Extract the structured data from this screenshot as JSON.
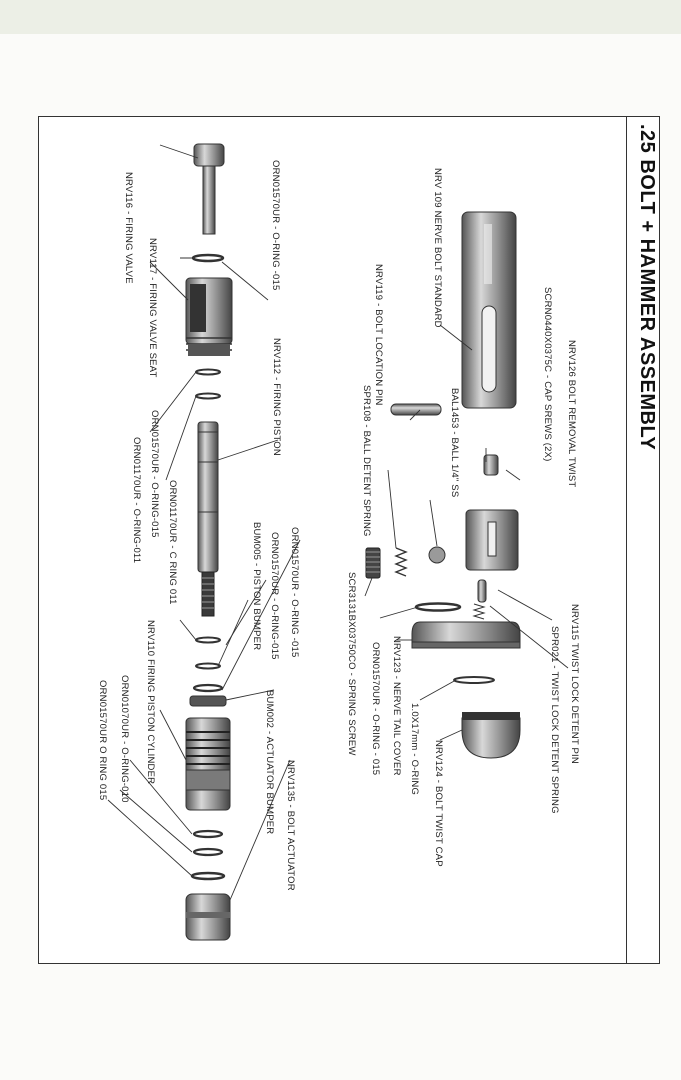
{
  "document": {
    "title": ".25 BOLT + HAMMER ASSEMBLY"
  },
  "labels": {
    "nrv126": "NRV126 BOLT REMOVAL TWIST",
    "scr": "SCRN0440X0375C - CAP SREWS (2X)",
    "nrv109": "NRV 109 NERVE BOLT STANDARD",
    "nrv119": "NRV119 - BOLT LOCATION PIN",
    "ball": "BAL1453 - BALL 1/4\" SS",
    "spr108": "SPR108 - BALL DETENT SPRING",
    "orn015a": "ORN01570UR - O-RING -015",
    "nrv116": "NRV116 - FIRING VALVE",
    "nrv117": "NRV117 - FIRING VALVE SEAT",
    "nrv112": "NRV112 - FIRING PISTON",
    "orn011a": "ORN01170UR - C RING 011",
    "orn015b": "ORN01570UR - O-RING-015",
    "orn011b": "ORN01170UR - O-RING-011",
    "bum005": "BUM005 - PISTON BUMPER",
    "orn015c": "ORN01570UR - O-RING-015",
    "orn015d": "ORN01570UR - O-RING -015",
    "scr3": "SCR3131BX03750CO - SPRING SCREW",
    "orn015e": "ORN01570UR - O-RING - 015",
    "nrv123": "NRV123 - NERVE TAIL COVER",
    "oring": "1.0X17mm - O-RING",
    "nrv124": "NRV124 - BOLT TWIST CAP",
    "nrv115": "NRV115 TWIST LOCK DETENT PIN",
    "spr021": "SPR021 - TWIST LOCK DETENT SPRING",
    "nrv110": "NRV110 FIRING PISTON CYLINDER",
    "bum002": "BUM002 - ACTUATOR BUMPER",
    "nrv1135": "NRV1135 - BOLT ACTUATOR",
    "orn010": "ORN01070UR - O-RING-010",
    "orn015f": "ORN01570UR O RING 015"
  },
  "colors": {
    "ink": "#222222",
    "part_dark": "#4a4a4a",
    "part_mid": "#8a8a8a",
    "part_light": "#c8c8c8",
    "paper": "#ffffff"
  }
}
